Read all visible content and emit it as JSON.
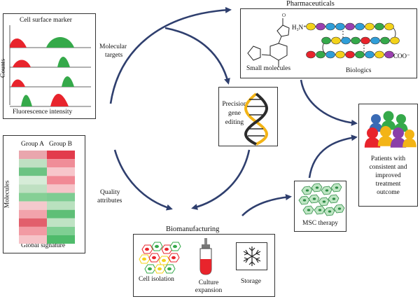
{
  "colors": {
    "arrow": "#2f3f6e",
    "red": "#e8242c",
    "green": "#35a94a",
    "dna_yellow": "#f3b416",
    "dna_dark": "#2b2b2b"
  },
  "cell_surface_marker": {
    "title": "Cell surface marker",
    "y_label": "Counts",
    "x_label": "Fluorescence intensity"
  },
  "molecular_targets": {
    "line1": "Molecular",
    "line2": "targets"
  },
  "quality_attributes": {
    "line1": "Quality",
    "line2": "attributes"
  },
  "global_signature": {
    "group_a": "Group A",
    "group_b": "Group B",
    "y_label": "Molecules",
    "x_label": "Global signature",
    "group_a_colors": [
      "#e9a6ad",
      "#bfe0c2",
      "#6cc383",
      "#d6ecd8",
      "#bfe0c2",
      "#85cf95",
      "#f4c9cd",
      "#f2a3ab",
      "#e25f6c",
      "#f29aa3",
      "#f6c3c8"
    ],
    "group_b_colors": [
      "#e23b4c",
      "#f08d98",
      "#f7c6cb",
      "#f18995",
      "#f6c3c8",
      "#7dcc92",
      "#b9e1bf",
      "#5fbf77",
      "#bfe3c4",
      "#7fcf93",
      "#4fbb6b"
    ]
  },
  "pharmaceuticals": {
    "title": "Pharmaceuticals",
    "small_molecules": "Small molecules",
    "biologics": "Biologics",
    "h3n_label": "H₃N⁺",
    "coo_label": "COO⁻",
    "row1_colors": [
      "#f3d21a",
      "#9b3fb0",
      "#2f9ed8",
      "#2f9ed8",
      "#9b3fb0",
      "#2f9ed8",
      "#f3d21a",
      "#35a94a",
      "#f3d21a"
    ],
    "row2_colors": [
      "#35a94a",
      "#f3d21a",
      "#2f9ed8",
      "#35a94a",
      "#e8242c",
      "#2f9ed8",
      "#35a94a",
      "#f3d21a"
    ],
    "row3_colors": [
      "#e8242c",
      "#35a94a",
      "#2f9ed8",
      "#f3d21a",
      "#e8242c",
      "#35a94a",
      "#2f9ed8",
      "#f3d21a",
      "#9b3fb0"
    ]
  },
  "precision_gene_editing": {
    "line1": "Precision",
    "line2": "gene",
    "line3": "editing"
  },
  "patients": {
    "line1": "Patients with",
    "line2": "consistent and",
    "line3": "improved",
    "line4": "treatment",
    "line5": "outcome",
    "colors": [
      "#3a6bb5",
      "#35a94a",
      "#35a94a",
      "#e8242c",
      "#f3b416",
      "#8a3fa8",
      "#f3b416"
    ]
  },
  "msc_therapy": {
    "label": "MSC therapy"
  },
  "biomanufacturing": {
    "title": "Biomanufacturing",
    "cell_isolation": "Cell isolation",
    "culture_line1": "Culture",
    "culture_line2": "expansion",
    "storage": "Storage"
  }
}
